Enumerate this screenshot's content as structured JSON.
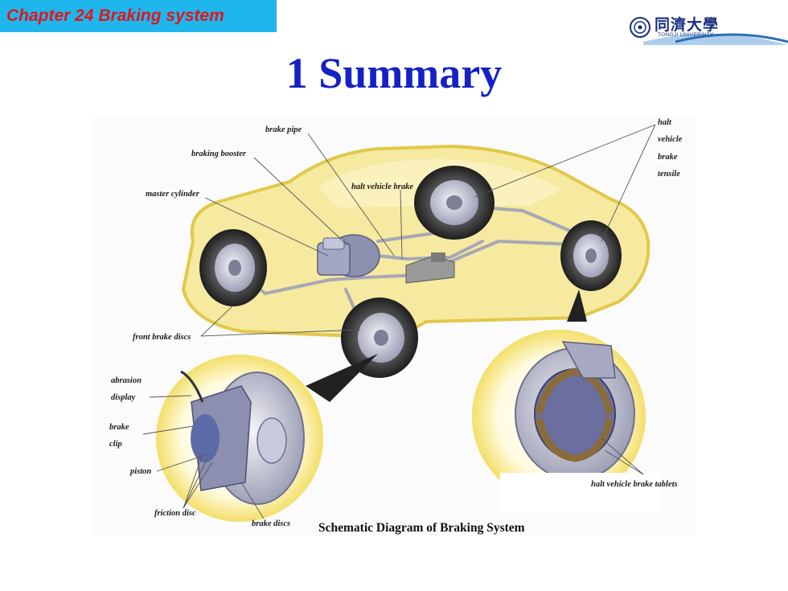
{
  "header": {
    "chapter_label": "Chapter 24 Braking system",
    "university_cn": "同濟大學",
    "university_en": "TONGJI UNIVERSITY"
  },
  "slide": {
    "title": "1 Summary"
  },
  "diagram": {
    "caption": "Schematic Diagram of Braking System",
    "labels": {
      "brake_pipe": "brake pipe",
      "braking_booster": "braking booster",
      "master_cylinder": "master cylinder",
      "halt_vehicle_brake": "halt vehicle brake",
      "halt": "halt",
      "vehicle": "vehicle",
      "brake_word": "brake",
      "tensile": "tensile",
      "front_brake_discs": "front brake discs",
      "abrasion": "abrasion",
      "display": "display",
      "brake_clip_1": "brake",
      "brake_clip_2": "clip",
      "piston": "piston",
      "friction_disc": "friction disc",
      "brake_discs": "brake discs",
      "halt_vehicle_brake_tablets": "halt vehicle brake  tablets"
    }
  },
  "colors": {
    "chapter_bg": "#1fb6ee",
    "chapter_text": "#e0161b",
    "title": "#1521c4",
    "car_body": "#f6e9a0"
  }
}
